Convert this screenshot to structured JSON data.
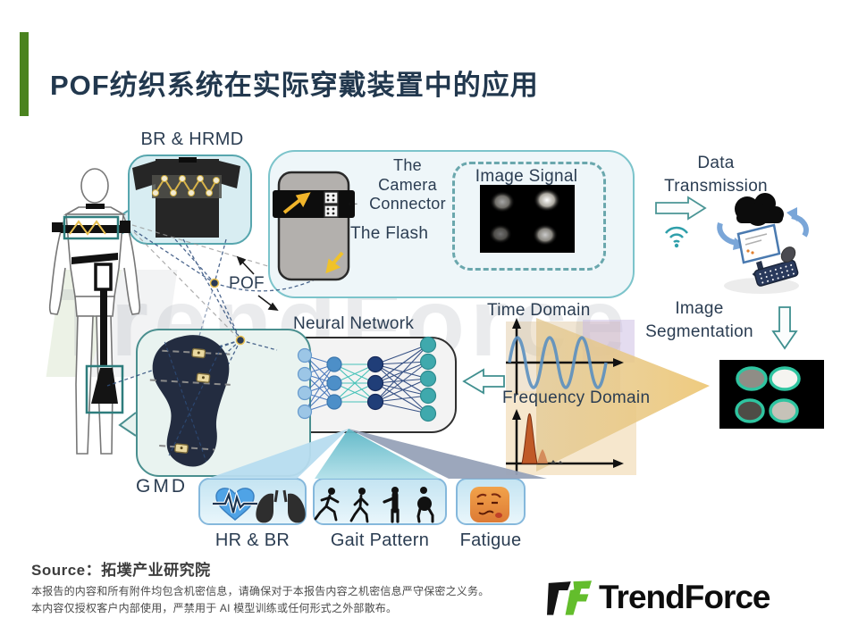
{
  "title": "POF纺织系统在实际穿戴装置中的应用",
  "watermark": "TrendForce",
  "labels": {
    "br_hrmd": "BR & HRMD",
    "pof": "POF",
    "camera_l1": "The",
    "camera_l2": "Camera",
    "camera_l3": "Connector",
    "flash": "The Flash",
    "image_signal": "Image Signal",
    "data_transmission": "Data Transmission",
    "time_domain": "Time Domain",
    "frequency_domain": "Frequency Domain",
    "image_segmentation": "Image Segmentation",
    "neural_network": "Neural Network",
    "gmd": "GMD",
    "output_hr_br": "HR & BR",
    "output_gait": "Gait Pattern",
    "output_fatigue": "Fatigue"
  },
  "icons": {
    "connector_arrow": "←"
  },
  "footer": {
    "source": "Source：拓墣产业研究院",
    "disclaimer1": "本报告的内容和所有附件均包含机密信息，请确保对于本报告内容之机密信息严守保密之义务。",
    "disclaimer2": "本内容仅授权客户内部使用，严禁用于 AI 模型训练或任何形式之外部散布。",
    "brand": "TrendForce"
  },
  "colors": {
    "accent_green": "#4a831f",
    "title_navy": "#22384e",
    "teal_border": "#5fb0b7",
    "gold_arrow": "#f0b42a",
    "logo_green": "#63bd2c",
    "dashed_line_navy": "#2e4d7b"
  }
}
